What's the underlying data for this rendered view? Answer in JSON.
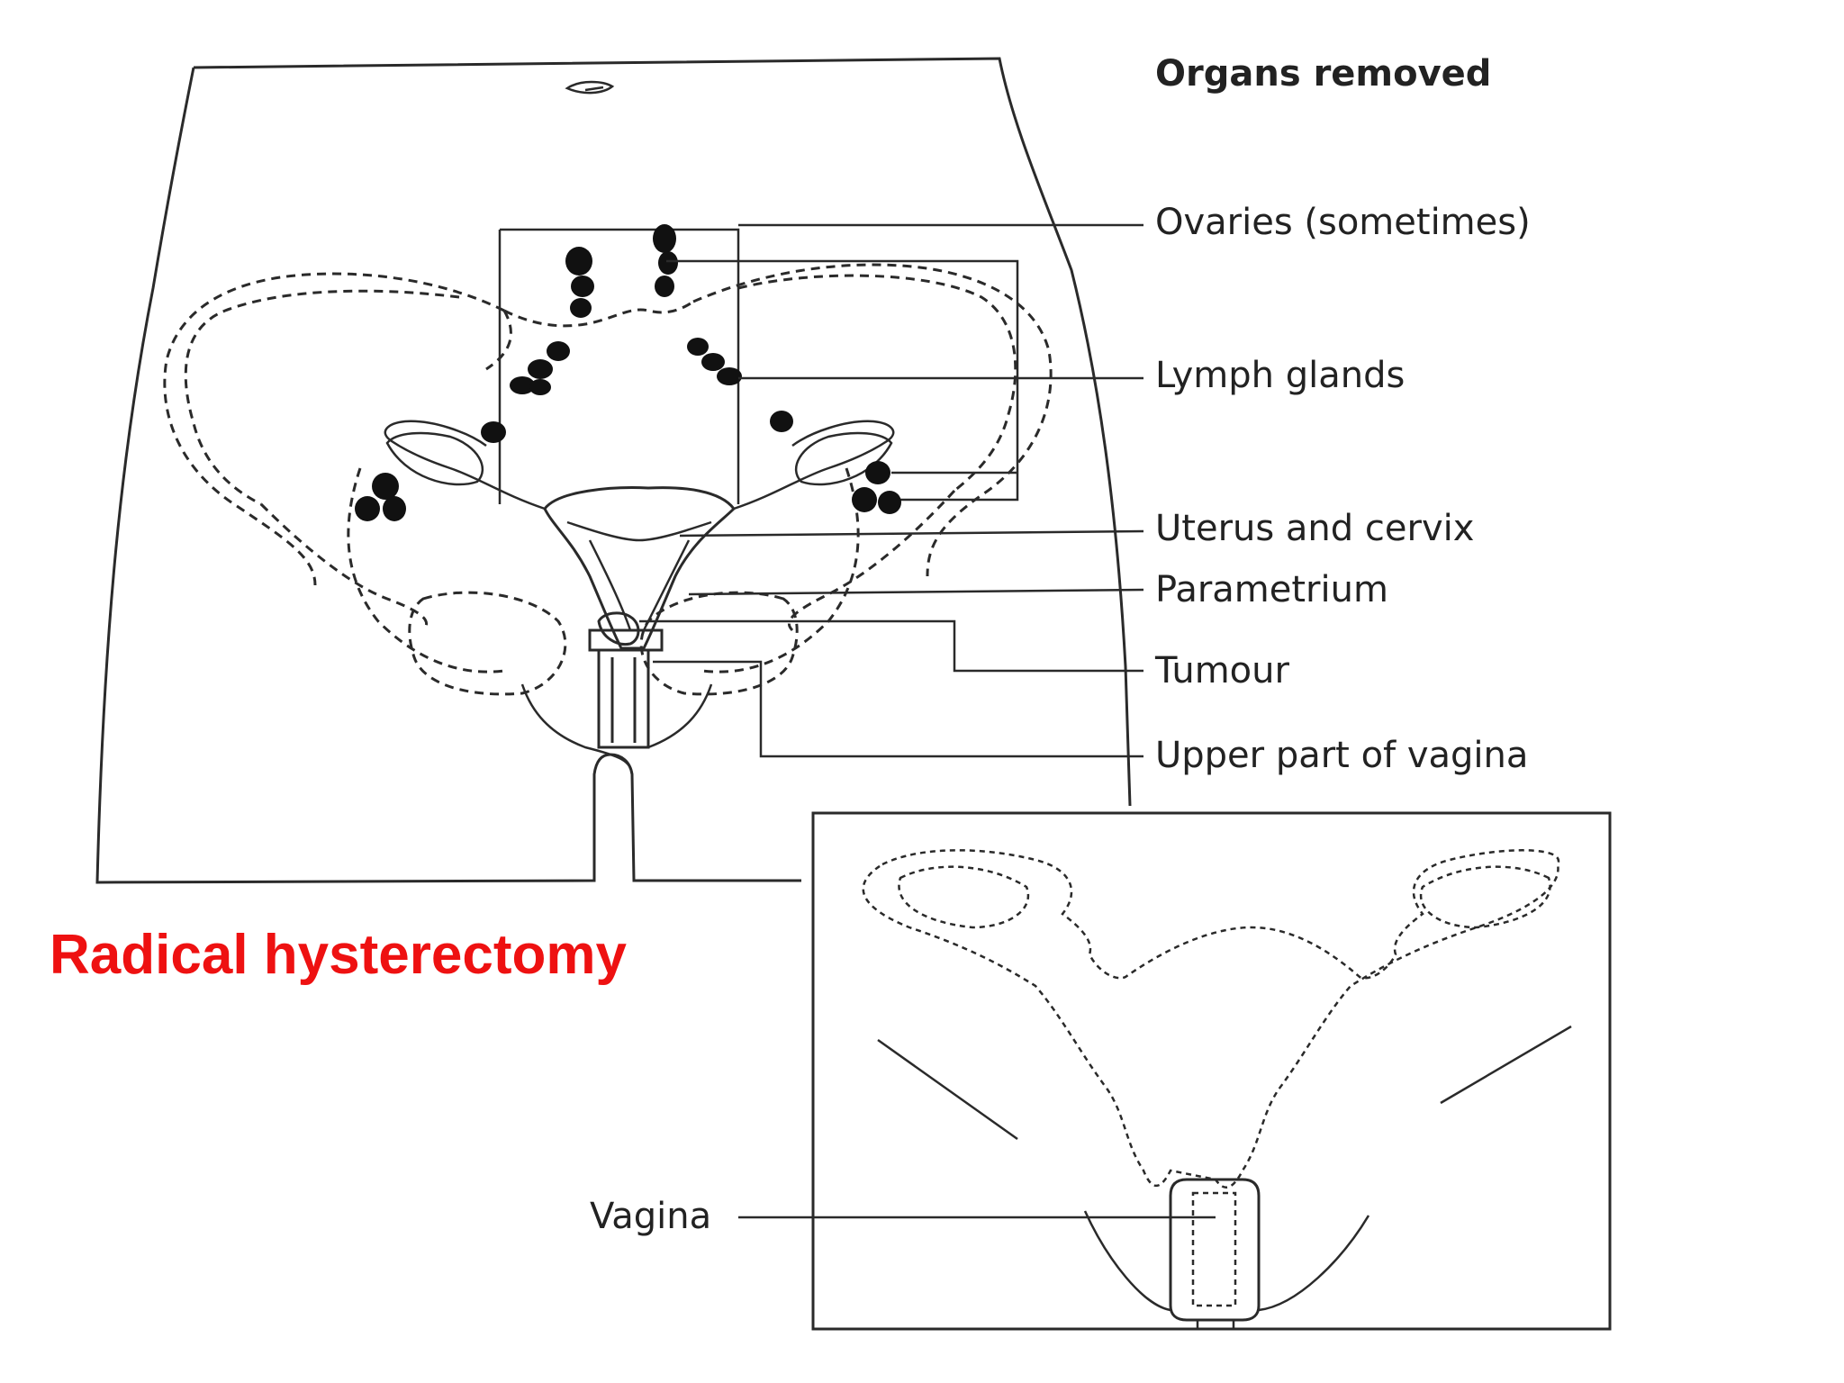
{
  "title": "Radical hysterectomy",
  "colors": {
    "title": "#ee1111",
    "ink": "#222222",
    "background": "#ffffff"
  },
  "main_diagram": {
    "heading": "Organs removed",
    "labels": [
      "Ovaries (sometimes)",
      "Lymph glands",
      "Uterus and cervix",
      "Parametrium",
      "Tumour",
      "Upper part of vagina"
    ]
  },
  "inset_diagram": {
    "labels": [
      "Vagina"
    ]
  }
}
